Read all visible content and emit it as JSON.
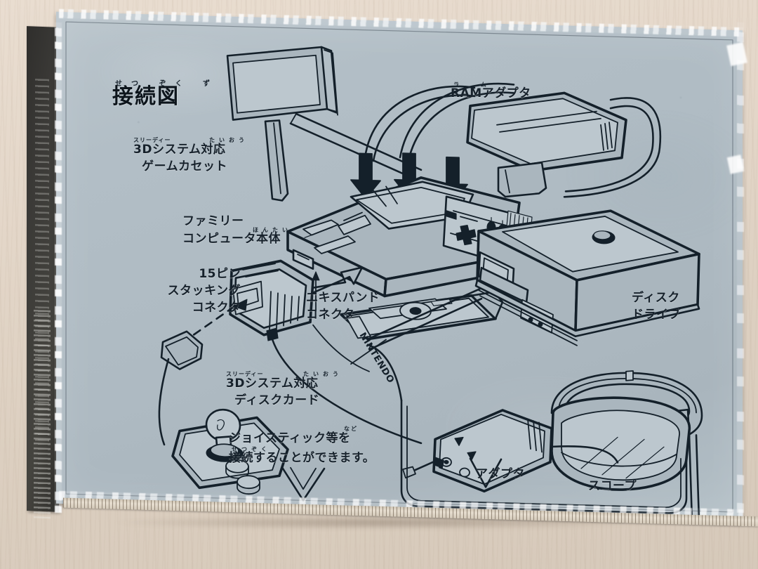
{
  "scene": {
    "subject": "Famicom 3D System retail box back panel",
    "surface": "light wood table",
    "box_face_color": "#b2bec6",
    "spine_color": "#3b3a37",
    "ink_color": "#17222c"
  },
  "diagram": {
    "title": "接続図",
    "title_ruby": "せつ ぞく ず",
    "labels": [
      {
        "id": "game-cassette",
        "ruby": "スリーディー",
        "ruby2": "たいおう",
        "line1": "3Dシステム対応",
        "line2": "ゲームカセット"
      },
      {
        "id": "ram-adapter",
        "ruby": "ラ ム",
        "line1": "RAMアダプタ"
      },
      {
        "id": "famicom-console",
        "ruby2": "ほんたい",
        "line1": "ファミリー",
        "line2": "コンピュータ本体"
      },
      {
        "id": "stacking-connector",
        "line1": "15ピン",
        "line2": "スタッキング",
        "line3": "コネクタ"
      },
      {
        "id": "expand-connector",
        "line1": "エキスパンド",
        "line2": "コネクタ"
      },
      {
        "id": "disk-card",
        "ruby": "スリーディー",
        "ruby2": "たいおう",
        "line1": "3Dシステム対応",
        "line2": "ディスクカード"
      },
      {
        "id": "joystick-note",
        "ruby": "など",
        "ruby2": "せつぞく",
        "line1": "ジョイスティック等を",
        "line2": "接続することができます。"
      },
      {
        "id": "disk-drive",
        "line1": "ディスク",
        "line2": "ドライブ"
      },
      {
        "id": "adapter",
        "line1": "アダプタ"
      },
      {
        "id": "scope",
        "line1": "スコープ"
      }
    ],
    "disk_card_brand": "NINTENDO"
  }
}
